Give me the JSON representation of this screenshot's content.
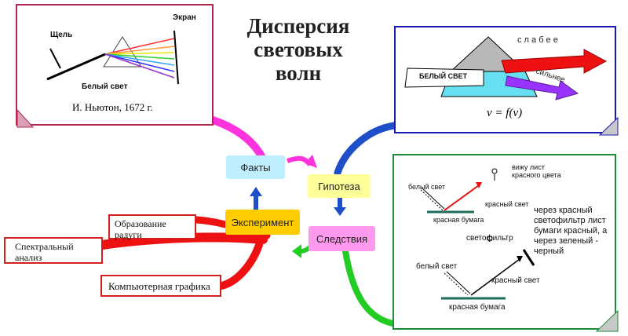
{
  "title": {
    "line1": "Дисперсия",
    "line2": "световых",
    "line3": "волн"
  },
  "newton": {
    "slit": "Щель",
    "screen": "Экран",
    "white_light": "Белый свет",
    "caption": "И. Ньютон, 1672 г."
  },
  "prism_card": {
    "white_light": "БЕЛЫЙ СВЕТ",
    "weaker": "с л а б е е",
    "stronger": "сильнее",
    "formula": "v = f(ν)"
  },
  "nodes": {
    "facts": "Факты",
    "hypothesis": "Гипотеза",
    "experiment": "Эксперимент",
    "consequences": "Следствия"
  },
  "applications": {
    "rainbow": "Образование радуги",
    "spectral": "Спектральный анализ",
    "graphics": "Компьютерная графика"
  },
  "consequence_card": {
    "see_red": "вижу лист красного цвета",
    "white1": "белый свет",
    "red1": "красный свет",
    "paper1": "красная бумага",
    "filter": "светофильтр",
    "explain": "через красный светофильтр лист бумаги красный, а через зеленый - черный",
    "white2": "белый свет",
    "red2": "красный свет",
    "paper2": "красная бумага"
  },
  "colors": {
    "magenta": "#ff33dd",
    "blue": "#1e4fc8",
    "green": "#22cc22",
    "red": "#ee1111",
    "facts_bg": "#bfefff",
    "hyp_bg": "#ffff99",
    "exp_bg": "#ffcc00",
    "cons_bg": "#ff99ee"
  }
}
